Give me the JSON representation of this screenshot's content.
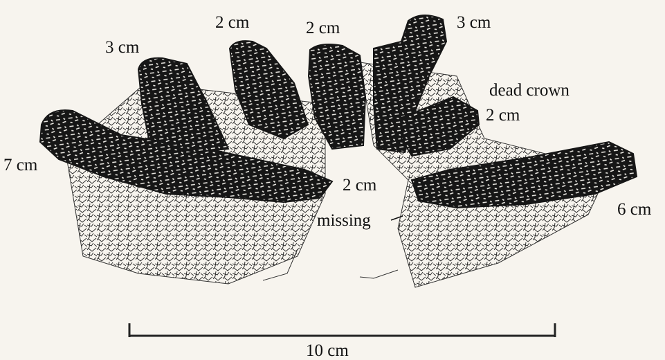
{
  "labels": {
    "left_lobe": "7 cm",
    "lobe_a": "3 cm",
    "lobe_b": "2 cm",
    "lobe_c": "2 cm",
    "lobe_d": "3 cm",
    "dead_crown": "dead crown",
    "lobe_e": "2 cm",
    "center_lobe": "2 cm",
    "missing": "missing",
    "right_lobe": "6 cm"
  },
  "scale_bar": {
    "label": "10 cm",
    "length_cm": 10
  },
  "colors": {
    "background": "#f7f4ee",
    "crown": "#161616",
    "crown_flecks": "#f2f0ea",
    "roots": "#2b2b2b",
    "scale": "#222222"
  }
}
